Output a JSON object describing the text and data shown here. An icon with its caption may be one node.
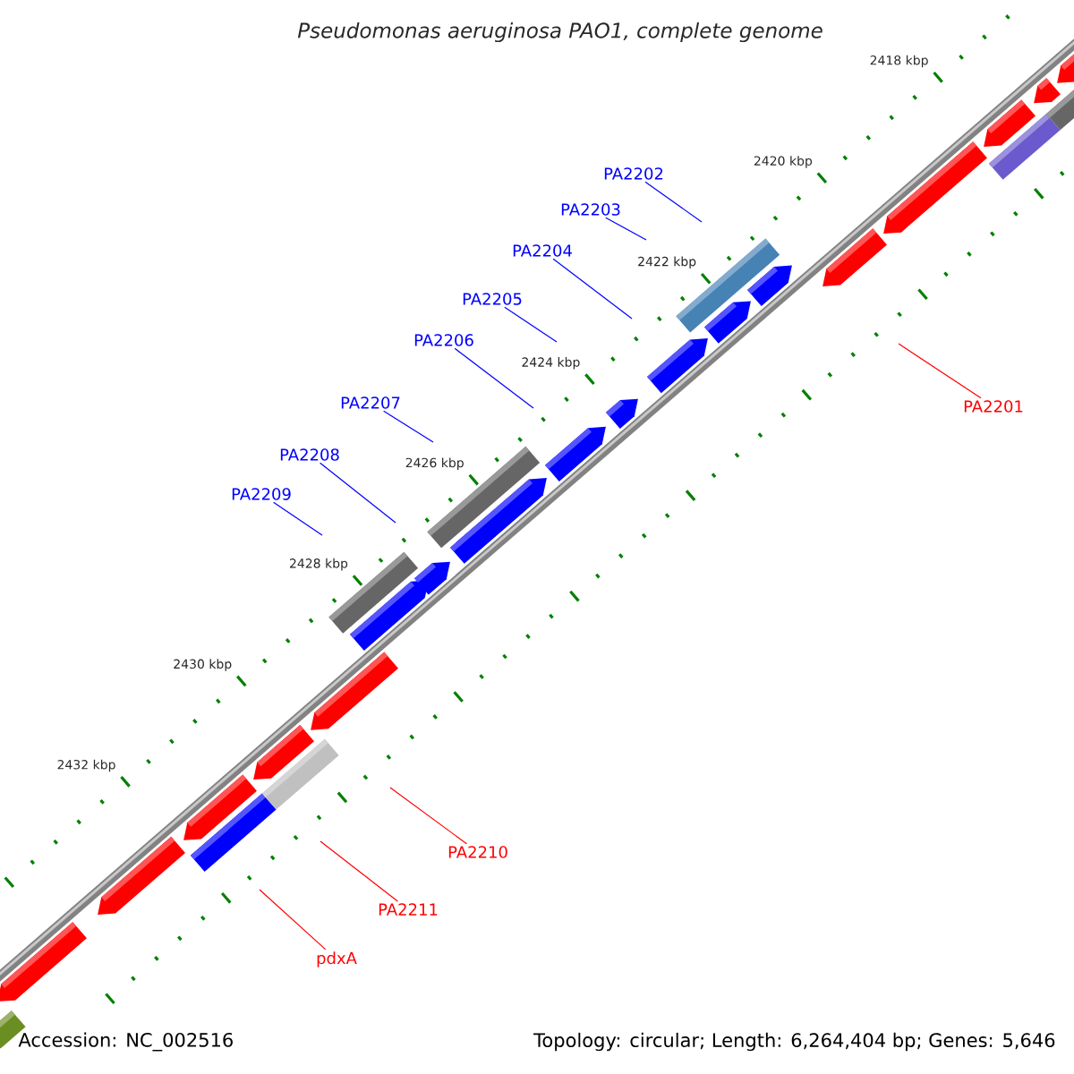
{
  "diagram": {
    "title": "Pseudomonas aeruginosa PAO1, complete genome",
    "nodes": [
      {
        "text": [
          "PA2202"
        ]
      },
      {
        "text": [
          "PA2203"
        ]
      },
      {
        "text": [
          "PA2204"
        ]
      },
      {
        "text": [
          "PA2205"
        ]
      },
      {
        "text": [
          "PA2206"
        ]
      },
      {
        "text": [
          "PA2207"
        ]
      },
      {
        "text": [
          "PA2201"
        ]
      },
      {
        "text": [
          "PA2208"
        ]
      },
      {
        "text": [
          "PA2209"
        ]
      },
      {
        "text": [
          "PA2210"
        ]
      },
      {
        "text": [
          "PA2211"
        ]
      },
      {
        "text": [
          "pdxA"
        ]
      }
    ],
    "edges": [
      {
        "from": 0,
        "to": null,
        "arrow": "none"
      },
      {
        "from": 1,
        "to": null,
        "arrow": "none"
      },
      {
        "from": 2,
        "to": null,
        "arrow": "none"
      },
      {
        "from": 3,
        "to": null,
        "arrow": "none"
      },
      {
        "from": 4,
        "to": null,
        "arrow": "none"
      },
      {
        "from": 5,
        "to": null,
        "arrow": "none"
      },
      {
        "from": 6,
        "to": null,
        "arrow": "none",
        "color": "#ff0000"
      },
      {
        "from": 7,
        "to": null,
        "arrow": "none"
      },
      {
        "from": 8,
        "to": null,
        "arrow": "none"
      },
      {
        "from": 9,
        "to": null,
        "arrow": "none",
        "color": "#ff0000"
      },
      {
        "from": 10,
        "to": null,
        "arrow": "none",
        "color": "#ff0000"
      },
      {
        "from": 11,
        "to": null,
        "arrow": "none",
        "color": "#ff0000"
      }
    ],
    "labels": [
      "2418 kbp",
      "2420 kbp",
      "2422 kbp",
      "2424 kbp",
      "2426 kbp",
      "2428 kbp",
      "2430 kbp",
      "2432 kbp",
      "Accession: NC_002516",
      "Topology: circular; Length: 6,264,404 bp; Genes: 5,646"
    ]
  }
}
